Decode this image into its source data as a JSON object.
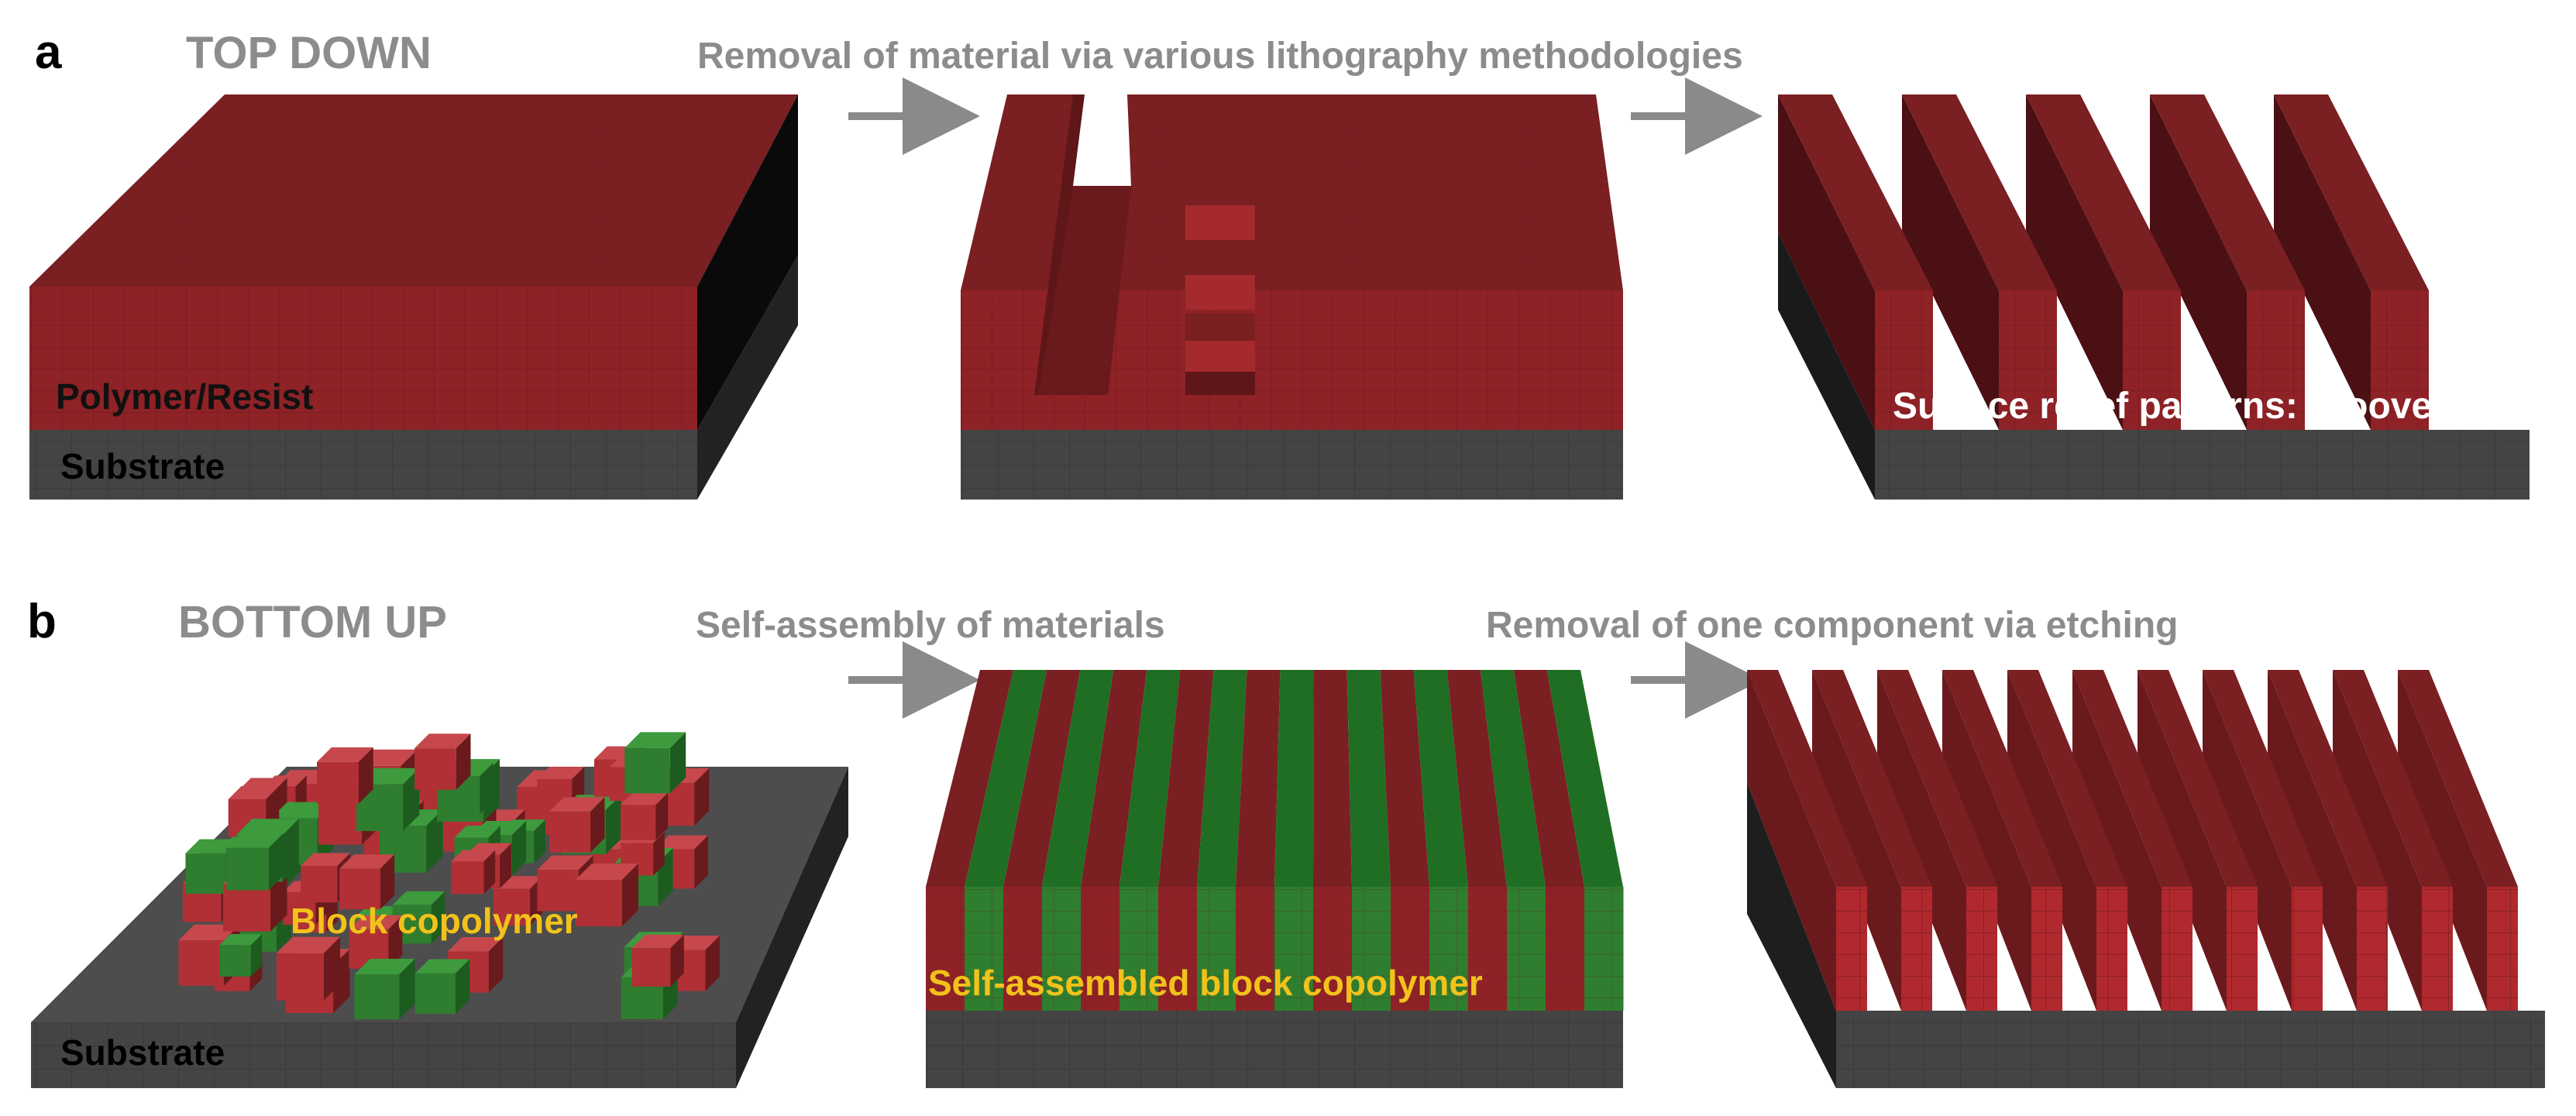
{
  "panels": {
    "a": {
      "letter": "a",
      "title": "TOP DOWN",
      "process": "Removal of material via various lithography methodologies",
      "labels": {
        "polymer": "Polymer/Resist",
        "substrate": "Substrate",
        "relief": "Surface relief patterns: grooves"
      }
    },
    "b": {
      "letter": "b",
      "title": "BOTTOM UP",
      "process1": "Self-assembly of materials",
      "process2": "Removal of one component via etching",
      "labels": {
        "block": "Block copolymer",
        "substrate": "Substrate",
        "self_assembled": "Self-assembled block copolymer"
      }
    }
  },
  "colors": {
    "polymer": "#8e2226",
    "polymer_top": "#7a1f22",
    "polymer_side": "#5e1619",
    "substrate": "#444444",
    "substrate_dark": "#2f2f2f",
    "green": "#2f7d2f",
    "green_top": "#1f6e23",
    "arrow": "#8a8a8a",
    "title_gray": "#8c8c8c",
    "label_yellow": "#f2c21b"
  }
}
